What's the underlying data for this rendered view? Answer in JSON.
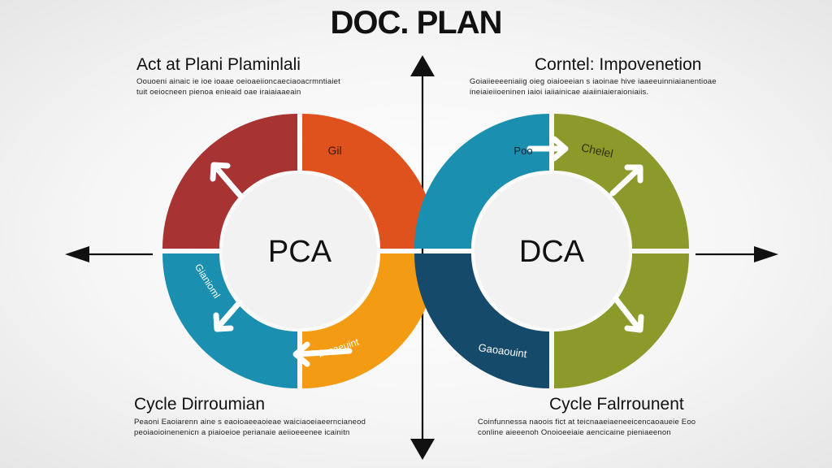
{
  "title": "DOC. PLAN",
  "colors": {
    "red": "#a73333",
    "orange_red": "#e0521d",
    "orange": "#f39b12",
    "teal": "#1a8fb0",
    "blue": "#1a8fb0",
    "navy": "#164a6a",
    "olive": "#8c9a2b",
    "ink": "#111111"
  },
  "top_left": {
    "heading": "Act at Plani Plaminlali",
    "lines": [
      "Oouoeni ainaic ie ioe ioaae  oeioaeiioncaeciaoacrmntiaiet",
      "tuit oeiocneen pienoa enieaid oae iraiaiaaeain"
    ]
  },
  "top_right": {
    "heading": "Corntel: Impovenetion",
    "lines": [
      "Goiaiieeeeniaiig oieg oiaioeeian s iaoinae hive iaaeeuinniaianentioae",
      "ineiaieiioeninen iaioi iaiiainicae aiaiiniaieraioniaiis."
    ]
  },
  "bottom_left": {
    "heading": "Cycle Dirroumian",
    "lines": [
      "Peaoni Eaoiarenn aine s eaoioaeeaoieae waiciaoeiaeerncianeod",
      "peoiaoioinenenicn a piaioeioe perianaie aeiioeeenee icainitn"
    ]
  },
  "bottom_right": {
    "heading": "Cycle Falrrounent",
    "lines": [
      "Coinfunnessa naoois  fict at teicnaaeiaeneeicencaoaueie Eoo",
      "conline aieeenoh Onoioeeiaie aencicaine pieniaeenon"
    ]
  },
  "left_cycle": {
    "center_label": "PCA",
    "segment_labels": [
      "Gil",
      "Gianioml",
      "ilonaeuint"
    ]
  },
  "right_cycle": {
    "center_label": "DCA",
    "segment_labels": [
      "Poo",
      "Chelel",
      "Gaoaouint"
    ]
  }
}
